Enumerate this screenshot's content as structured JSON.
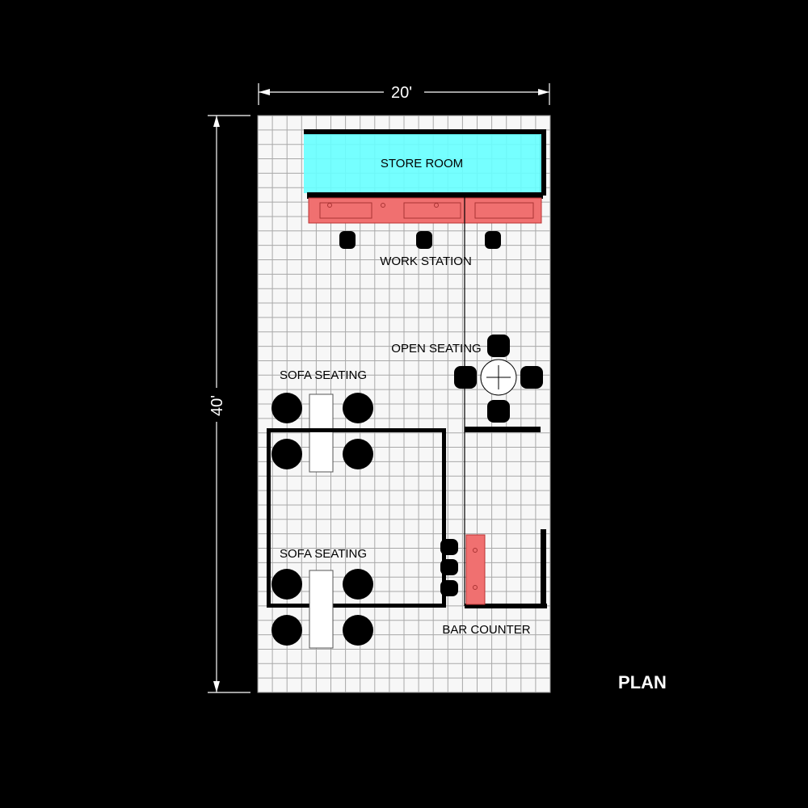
{
  "title": "PLAN",
  "dimensions": {
    "width": "20'",
    "length": "40'"
  },
  "rooms": {
    "store_room": "STORE ROOM",
    "work_station": "WORK STATION",
    "open_seating": "OPEN SEATING",
    "sofa_seating_1": "SOFA SEATING",
    "sofa_seating_2": "SOFA SEATING",
    "bar_counter": "BAR COUNTER"
  },
  "grid": {
    "columns": 20,
    "rows": 40
  },
  "colors": {
    "store_room": "#66ffff",
    "counter": "#f07070",
    "background": "#000000",
    "floor": "#f7f7f7",
    "grid": "#a8a8a8"
  }
}
